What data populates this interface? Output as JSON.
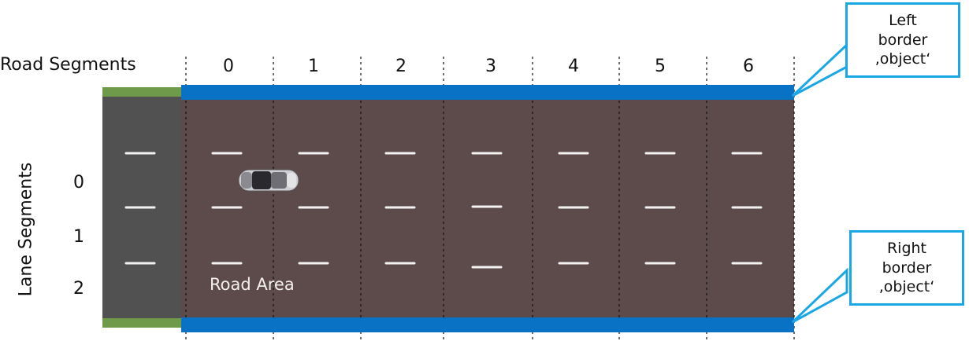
{
  "road_segments": {
    "label": "Road Segments",
    "items": [
      "0",
      "1",
      "2",
      "3",
      "4",
      "5",
      "6"
    ]
  },
  "lane_segments": {
    "label": "Lane Segments",
    "items": [
      "0",
      "1",
      "2"
    ]
  },
  "road_area_label": "Road Area",
  "callouts": {
    "left_border": [
      "Left",
      "border",
      "‚object‘"
    ],
    "right_border": [
      "Right",
      "border",
      "‚object‘"
    ]
  },
  "colors": {
    "road_area": "#5d4a4a",
    "outer_road": "#515151",
    "border_object": "#0a72c4",
    "callout_outline": "#1aa7e6",
    "grass": "#6e9a4a",
    "lane_marking": "#f2f2f2"
  }
}
